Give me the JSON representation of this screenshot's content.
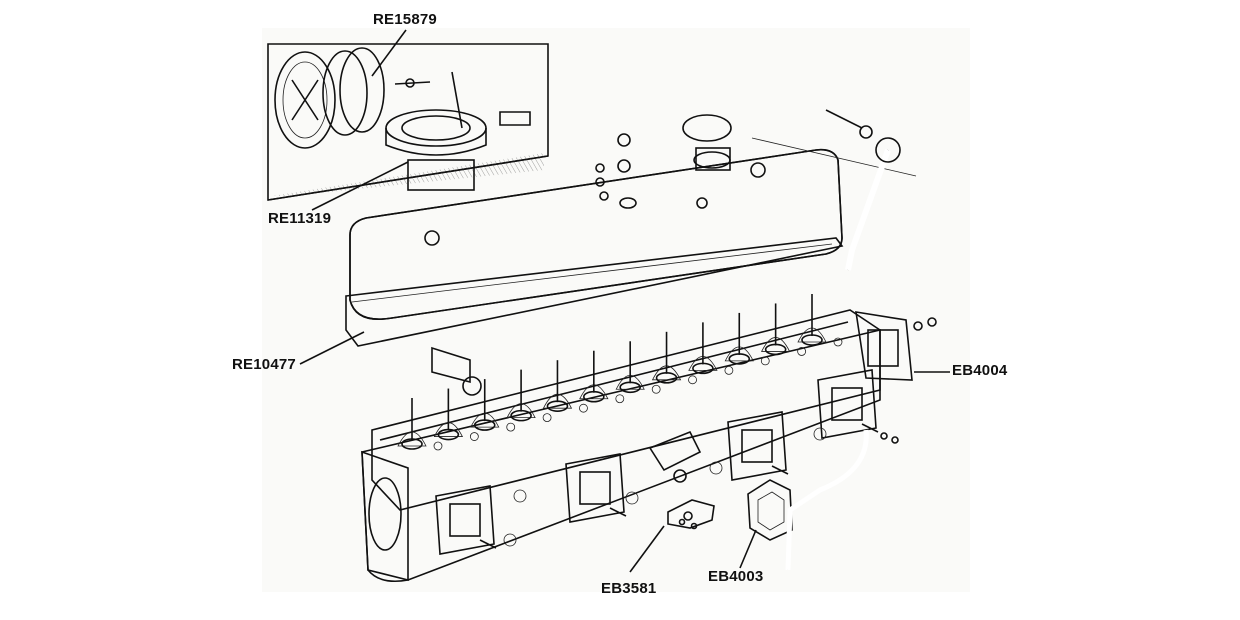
{
  "diagram": {
    "labels": {
      "re15879": "RE15879",
      "re11319": "RE11319",
      "re10477": "RE10477",
      "eb4004": "EB4004",
      "eb3581": "EB3581",
      "eb4003": "EB4003"
    },
    "colors": {
      "ink": "#111111",
      "paper": "#ffffff",
      "shade": "#f2f2f0"
    }
  }
}
